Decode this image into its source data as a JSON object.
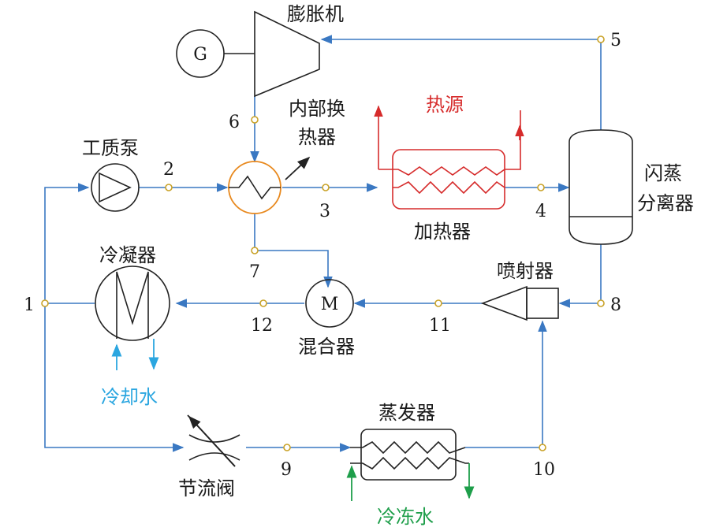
{
  "colors": {
    "pipe": "#3a78c2",
    "node_fill": "#ffffff",
    "node_stroke": "#c9a227",
    "equipment": "#222222",
    "heater": "#d62b2b",
    "heat_source_text": "#d62b2b",
    "cooling_water": "#2ba6e0",
    "chilled_water": "#1e9e4a",
    "hx_casing": "#e8891e"
  },
  "labels": {
    "expander": "膨胀机",
    "generator": "G",
    "internal_hx_line1": "内部换",
    "internal_hx_line2": "热器",
    "pump": "工质泵",
    "heat_source": "热源",
    "heater": "加热器",
    "flash_line1": "闪蒸",
    "flash_line2": "分离器",
    "condenser": "冷凝器",
    "mixer_symbol": "M",
    "mixer": "混合器",
    "ejector": "喷射器",
    "cooling_water": "冷却水",
    "throttle": "节流阀",
    "evaporator": "蒸发器",
    "chilled_water": "冷冻水"
  },
  "state_points": [
    "1",
    "2",
    "3",
    "4",
    "5",
    "6",
    "7",
    "8",
    "9",
    "10",
    "11",
    "12"
  ],
  "icons": [
    "generator-icon",
    "expander-icon",
    "pump-icon",
    "internal-heat-exchanger-icon",
    "heater-icon",
    "flash-separator-icon",
    "condenser-icon",
    "mixer-icon",
    "ejector-icon",
    "throttle-valve-icon",
    "evaporator-icon"
  ]
}
